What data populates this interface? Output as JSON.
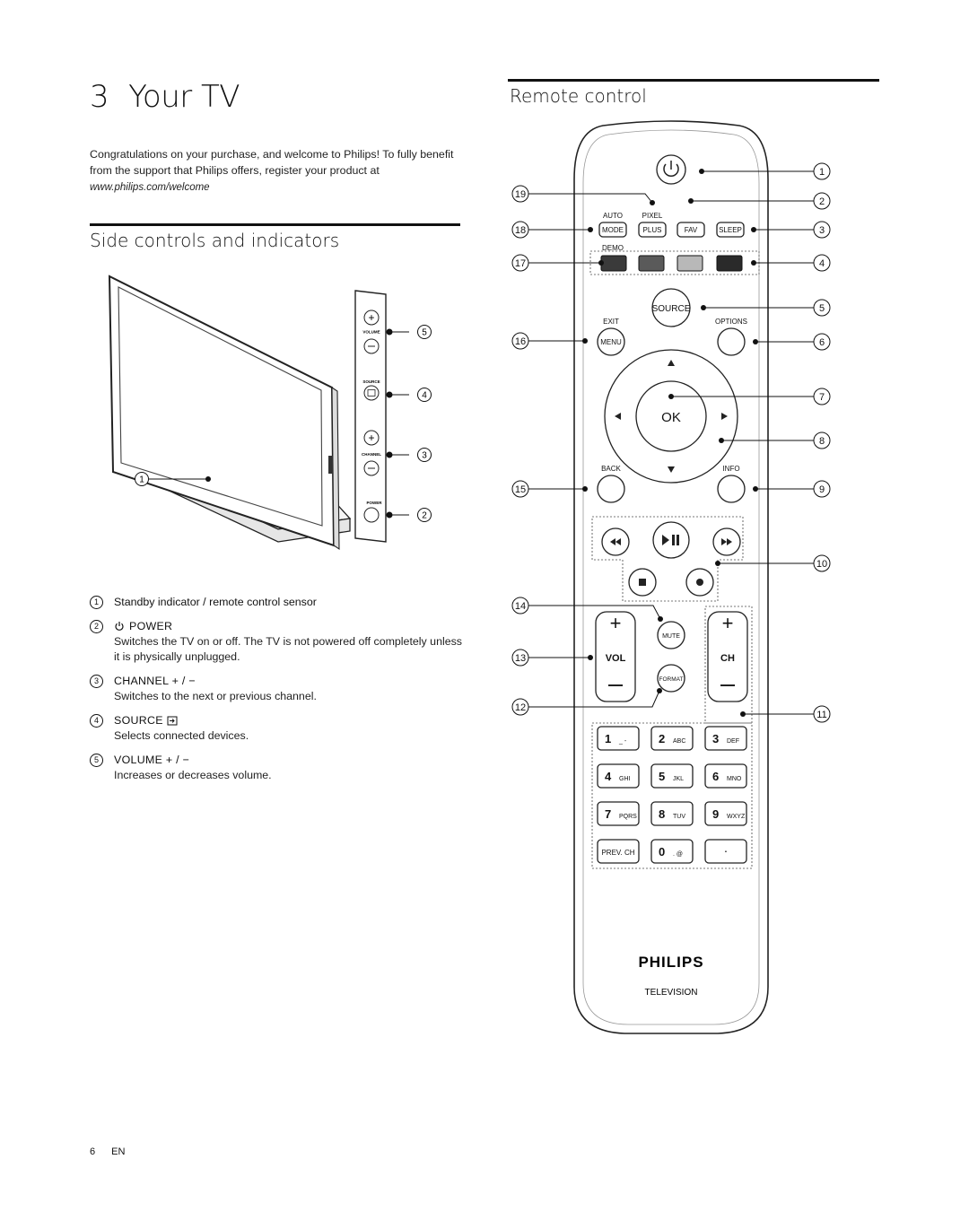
{
  "chapter": {
    "number": "3",
    "title": "Your TV"
  },
  "intro": {
    "text": "Congratulations on your purchase, and welcome to Philips! To fully benefit from the support that Philips offers, register your product at",
    "url": "www.philips.com/welcome"
  },
  "side_section": {
    "title": "Side controls and indicators",
    "panel_labels": {
      "volume": "VOLUME",
      "source": "SOURCE",
      "channel": "CHANNEL",
      "power": "POWER"
    },
    "callouts": [
      "1",
      "2",
      "3",
      "4",
      "5"
    ]
  },
  "legend": [
    {
      "num": "1",
      "title": "Standby indicator / remote control sensor",
      "desc": ""
    },
    {
      "num": "2",
      "title": "POWER",
      "desc": "Switches the TV on or off. The TV is not powered off completely unless it is physically unplugged."
    },
    {
      "num": "3",
      "title": "CHANNEL + / −",
      "desc": "Switches to the next or previous channel."
    },
    {
      "num": "4",
      "title": "SOURCE",
      "desc": "Selects connected devices."
    },
    {
      "num": "5",
      "title": "VOLUME + / −",
      "desc": "Increases or decreases volume."
    }
  ],
  "remote_section": {
    "title": "Remote control",
    "labels": {
      "auto": "AUTO",
      "pixel": "PIXEL",
      "mode": "MODE",
      "plus": "PLUS",
      "fav": "FAV",
      "sleep": "SLEEP",
      "demo": "DEMO",
      "source": "SOURCE",
      "exit": "EXIT",
      "options": "OPTIONS",
      "menu": "MENU",
      "ok": "OK",
      "back": "BACK",
      "info": "INFO",
      "mute": "MUTE",
      "format": "FORMAT",
      "vol": "VOL",
      "ch": "CH",
      "prev_ch": "PREV. CH",
      "brand": "PHILIPS",
      "subbrand": "TELEVISION"
    },
    "keypad": [
      {
        "digit": "1",
        "sub": "_ -"
      },
      {
        "digit": "2",
        "sub": "ABC"
      },
      {
        "digit": "3",
        "sub": "DEF"
      },
      {
        "digit": "4",
        "sub": "GHI"
      },
      {
        "digit": "5",
        "sub": "JKL"
      },
      {
        "digit": "6",
        "sub": "MNO"
      },
      {
        "digit": "7",
        "sub": "PQRS"
      },
      {
        "digit": "8",
        "sub": "TUV"
      },
      {
        "digit": "9",
        "sub": "WXYZ"
      },
      {
        "digit": "0",
        "sub": ". @"
      }
    ],
    "callouts_right": [
      "1",
      "2",
      "3",
      "4",
      "5",
      "6",
      "7",
      "8",
      "9",
      "10",
      "11"
    ],
    "callouts_left": [
      "19",
      "18",
      "17",
      "16",
      "15",
      "14",
      "13",
      "12"
    ],
    "colors": {
      "red_key": "#3a3a3a",
      "green_key": "#5a5a5a",
      "yellow_key": "#b8b8b8",
      "blue_key": "#2a2a2a"
    }
  },
  "footer": {
    "page": "6",
    "lang": "EN"
  }
}
